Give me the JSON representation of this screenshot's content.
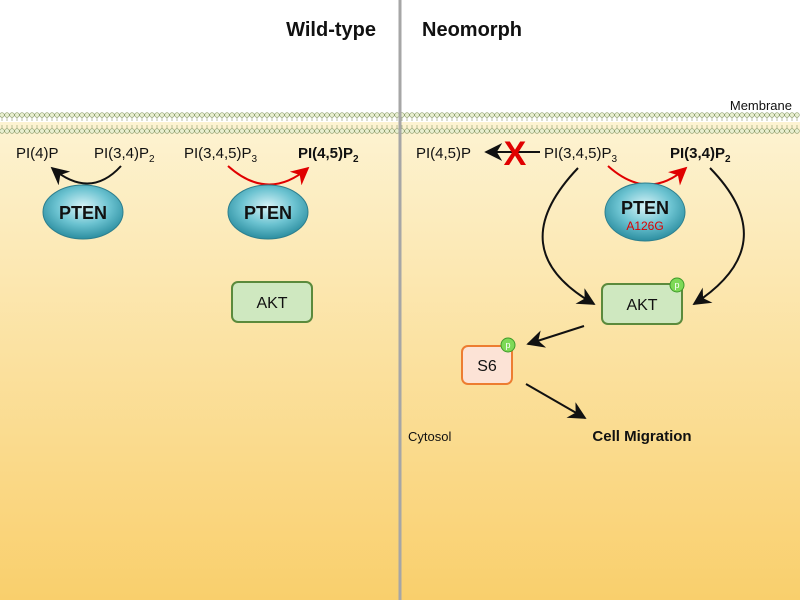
{
  "panels": {
    "wild_type": {
      "title": "Wild-type"
    },
    "neomorph": {
      "title": "Neomorph"
    }
  },
  "membrane_label": "Membrane",
  "cytosol_label": "Cytosol",
  "wild_type": {
    "pi4p": "PI(4)P",
    "pi34p2": {
      "base": "PI(3,4)P",
      "sub": "2"
    },
    "pi345p3": {
      "base": "PI(3,4,5)P",
      "sub": "3"
    },
    "pi45p2": {
      "base": "PI(4,5)P",
      "sub": "2"
    },
    "pten_left": "PTEN",
    "pten_right": "PTEN",
    "akt": "AKT"
  },
  "neomorph": {
    "pi45p": "PI(4,5)P",
    "pi345p3": {
      "base": "PI(3,4,5)P",
      "sub": "3"
    },
    "pi34p2": {
      "base": "PI(3,4)P",
      "sub": "2"
    },
    "pten": "PTEN",
    "pten_mutation": "A126G",
    "akt": "AKT",
    "akt_phospho": "p",
    "s6": "S6",
    "s6_phospho": "p",
    "cell_migration": "Cell Migration",
    "blocked_mark": "X"
  },
  "colors": {
    "cytosol_top": "#fdf1cc",
    "cytosol_bottom": "#f9cf6c",
    "divider": "#a6a6a6",
    "pten_fill": "#4fb3c4",
    "akt_fill": "#cfe8c0",
    "akt_stroke": "#5b8a3c",
    "s6_fill": "#fce3d6",
    "s6_stroke": "#ed7d31",
    "phospho_fill": "#7ed957",
    "red": "#e00000"
  }
}
